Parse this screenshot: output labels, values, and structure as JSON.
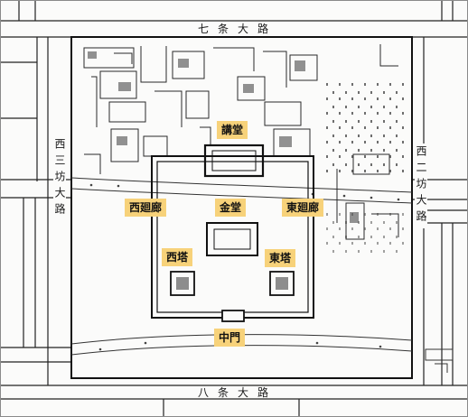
{
  "roads": {
    "north": "七条大路",
    "south": "八条大路",
    "west": "西三坊大路",
    "east": "西二坊大路"
  },
  "buildings": {
    "lecture_hall": "講堂",
    "west_corridor": "西廻廊",
    "golden_hall": "金堂",
    "east_corridor": "東廻廊",
    "west_pagoda": "西塔",
    "east_pagoda": "東塔",
    "middle_gate": "中門"
  },
  "colors": {
    "callout": "#f7d27a",
    "ink": "#1a1a1a",
    "paper": "#fbfbfa"
  }
}
